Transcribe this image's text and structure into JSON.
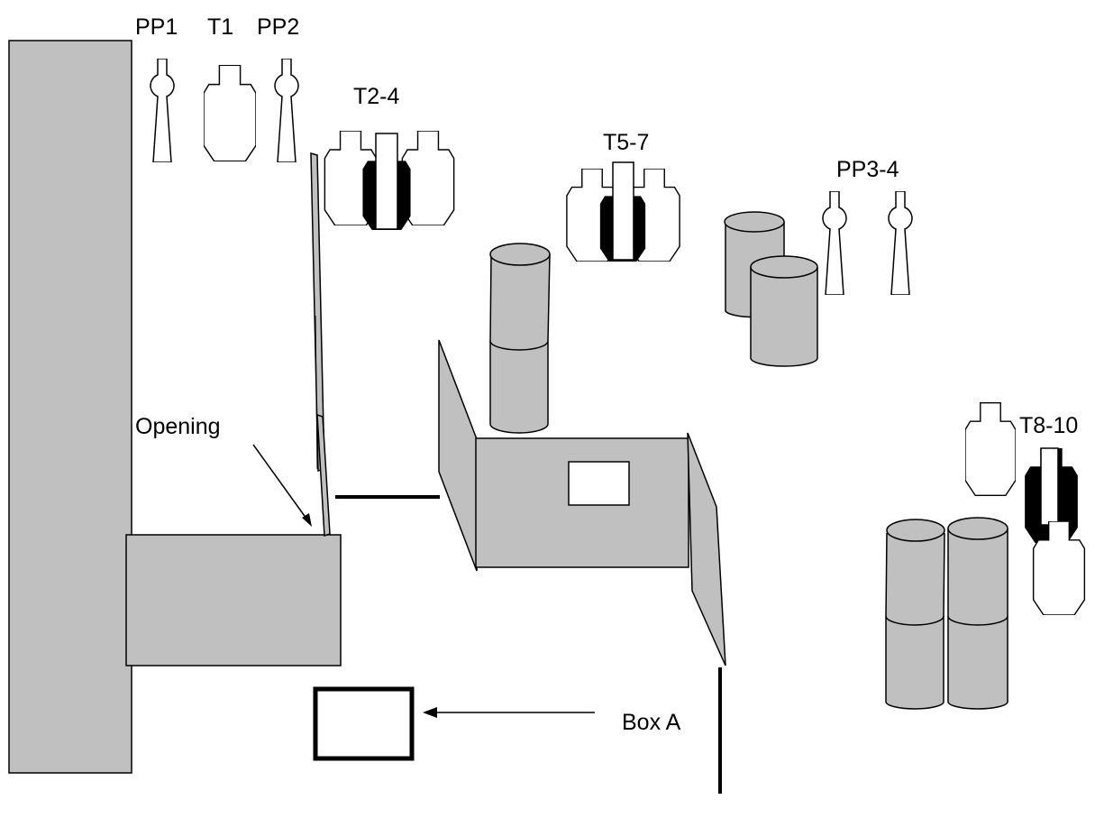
{
  "labels": {
    "pp1": "PP1",
    "t1": "T1",
    "pp2": "PP2",
    "t2_4": "T2-4",
    "t5_7": "T5-7",
    "pp3_4": "PP3-4",
    "t8_10": "T8-10",
    "opening": "Opening",
    "box_a": "Box A"
  },
  "colors": {
    "prop_fill": "#c0c0c0",
    "no_shoot_fill": "#000000",
    "target_fill": "#ffffff",
    "line": "#000000"
  }
}
